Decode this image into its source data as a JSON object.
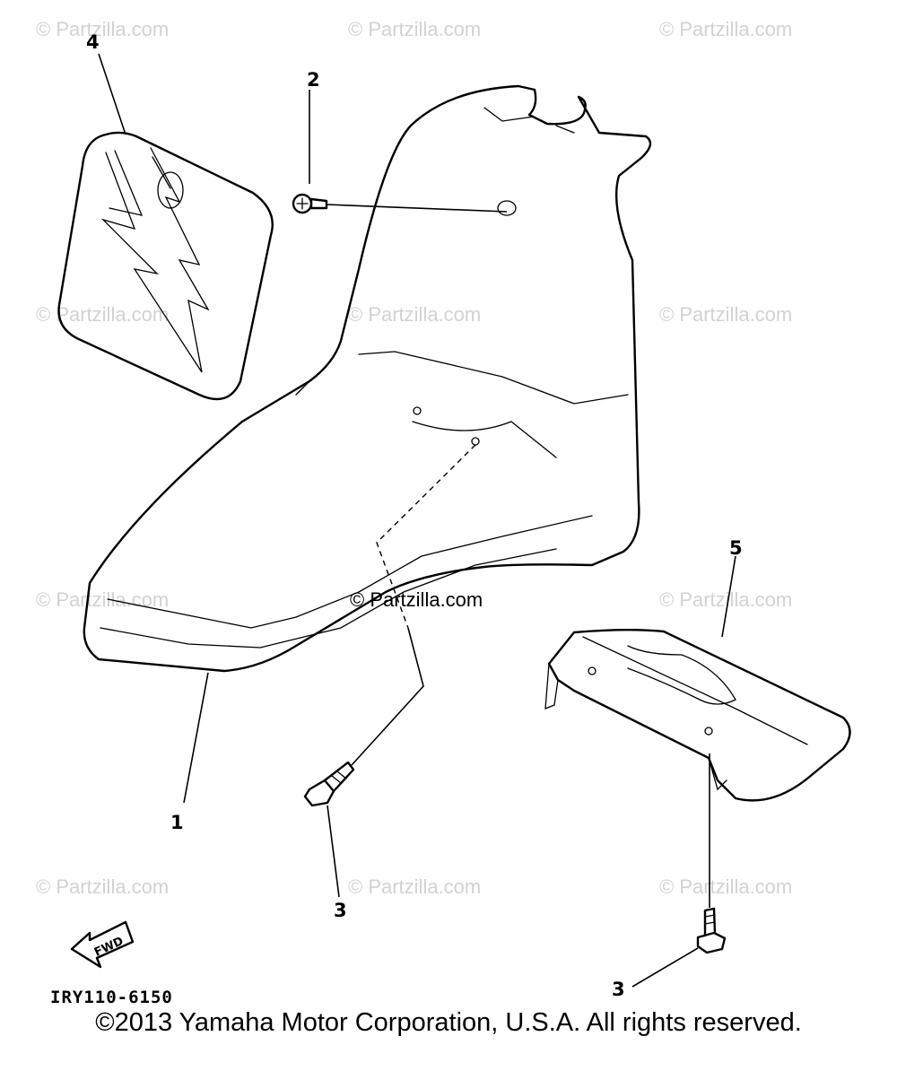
{
  "watermarks": [
    "© Partzilla.com",
    "© Partzilla.com",
    "© Partzilla.com",
    "© Partzilla.com",
    "© Partzilla.com",
    "© Partzilla.com",
    "© Partzilla.com",
    "© Partzilla.com",
    "© Partzilla.com",
    "© Partzilla.com",
    "© Partzilla.com",
    "© Partzilla.com"
  ],
  "center_watermark": "© Partzilla.com",
  "callouts": {
    "fender": "1",
    "screw_top": "2",
    "bolt_left": "3",
    "bolt_right": "3",
    "emblem": "4",
    "bracket": "5"
  },
  "fwd_label": "FWD",
  "part_number": "IRY110-6150",
  "copyright": "©2013 Yamaha Motor Corporation, U.S.A. All rights reserved."
}
